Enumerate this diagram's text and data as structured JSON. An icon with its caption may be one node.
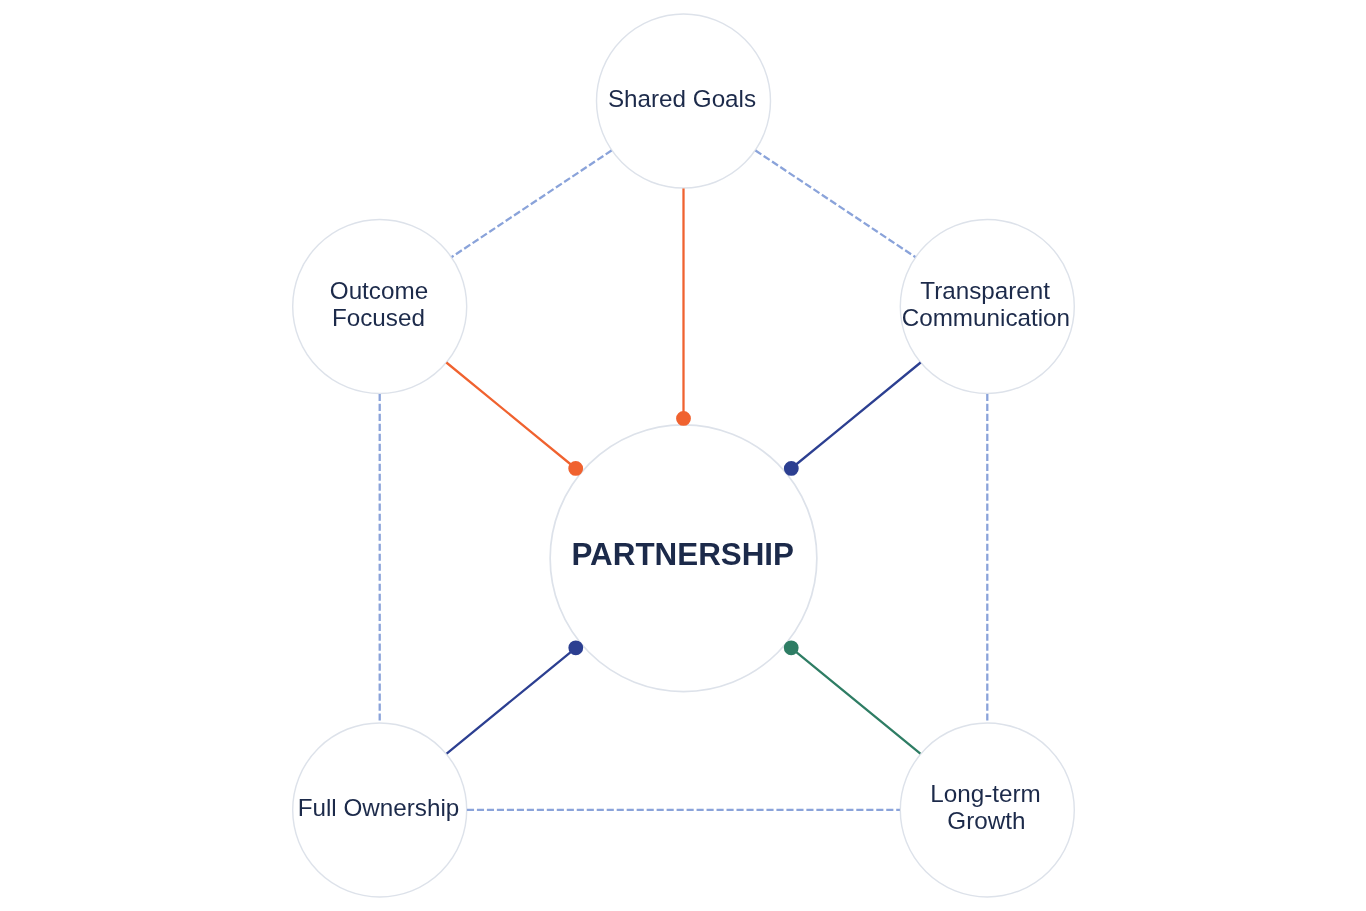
{
  "diagram": {
    "nodes": [
      {
        "text": [
          "Shared Goals"
        ]
      },
      {
        "text": [
          "Outcome Focused"
        ]
      },
      {
        "text": [
          "Transparent Communication"
        ]
      },
      {
        "text": [
          "PARTNERSHIP"
        ]
      },
      {
        "text": [
          "Full Ownership"
        ]
      },
      {
        "text": [
          "Long-term Growth"
        ]
      }
    ],
    "edges": [
      {
        "from": 0,
        "to": 3,
        "arrow": "other",
        "color": "#f0622f"
      },
      {
        "from": 1,
        "to": 3,
        "arrow": "other",
        "color": "#f0622f"
      },
      {
        "from": 2,
        "to": 3,
        "arrow": "other",
        "color": "#2c3f91"
      },
      {
        "from": 4,
        "to": 3,
        "arrow": "other",
        "color": "#2c3f91"
      },
      {
        "from": 5,
        "to": 3,
        "arrow": "other",
        "color": "#2e7d64"
      },
      {
        "from": 0,
        "to": 1,
        "arrow": "none",
        "style": "dashed"
      },
      {
        "from": 0,
        "to": 2,
        "arrow": "none",
        "style": "dashed"
      },
      {
        "from": 1,
        "to": 4,
        "arrow": "none",
        "style": "dashed"
      },
      {
        "from": 2,
        "to": 5,
        "arrow": "none",
        "style": "dashed"
      },
      {
        "from": 4,
        "to": 5,
        "arrow": "none",
        "style": "dashed"
      }
    ]
  }
}
